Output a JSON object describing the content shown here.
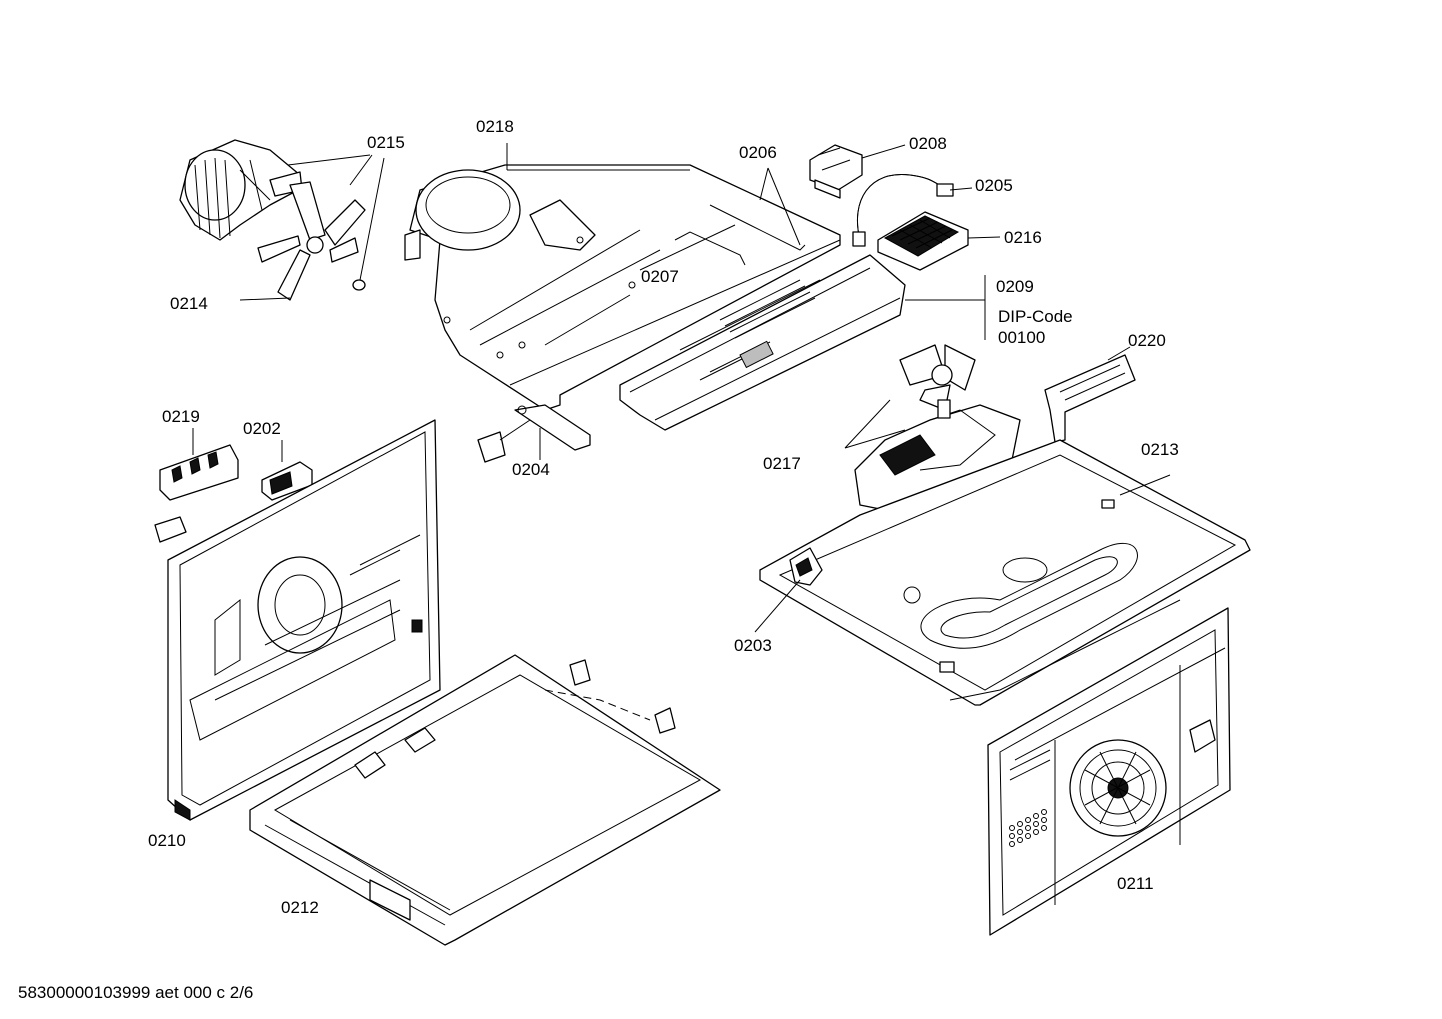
{
  "labels": {
    "p0215": "0215",
    "p0218": "0218",
    "p0206": "0206",
    "p0208": "0208",
    "p0205": "0205",
    "p0216": "0216",
    "p0209": "0209",
    "dip_code": "DIP-Code",
    "dip_value": "00100",
    "p0214": "0214",
    "p0207": "0207",
    "p0220": "0220",
    "p0219": "0219",
    "p0202": "0202",
    "p0204": "0204",
    "p0217": "0217",
    "p0213": "0213",
    "p0203": "0203",
    "p0210": "0210",
    "p0212": "0212",
    "p0211": "0211"
  },
  "footer": "58300000103999 aet 000 c 2/6"
}
